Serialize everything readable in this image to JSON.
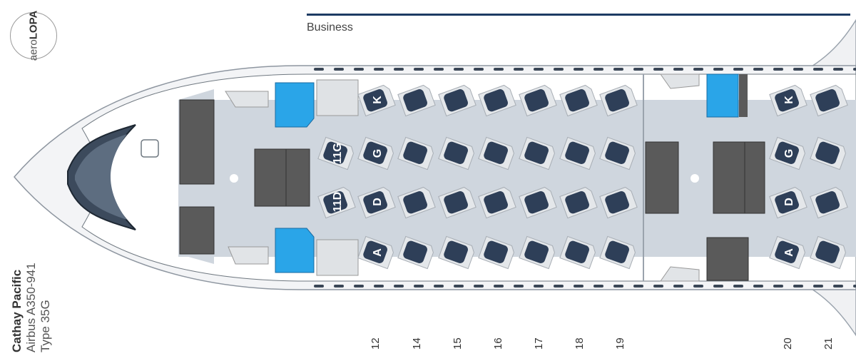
{
  "logo": {
    "line1": "aero",
    "line2": "LOPA"
  },
  "airline": {
    "name": "Cathay Pacific",
    "model": "Airbus A350-941",
    "type": "Type 35G"
  },
  "cabin": {
    "label": "Business"
  },
  "seat_labels": {
    "first_row_window_right": "K",
    "first_row_center_right": "G",
    "first_row_center_left": "D",
    "first_row_window_left": "A",
    "row11_center_right": "11G",
    "row11_center_left": "11D",
    "second_section_window_right": "K",
    "second_section_center_right": "G",
    "second_section_center_left": "D",
    "second_section_window_left": "A"
  },
  "rows": [
    "12",
    "14",
    "15",
    "16",
    "17",
    "18",
    "19",
    "20",
    "21"
  ],
  "colors": {
    "seat": "#2e3f58",
    "cabin_floor": "#cfd6de",
    "lavatory": "#2aa5e8",
    "galley": "#5a5a5a",
    "divider": "#8a6f6a",
    "rule": "#1d3b63"
  },
  "icons": [
    "lavatory-icon",
    "galley-icon",
    "baby-icon"
  ]
}
